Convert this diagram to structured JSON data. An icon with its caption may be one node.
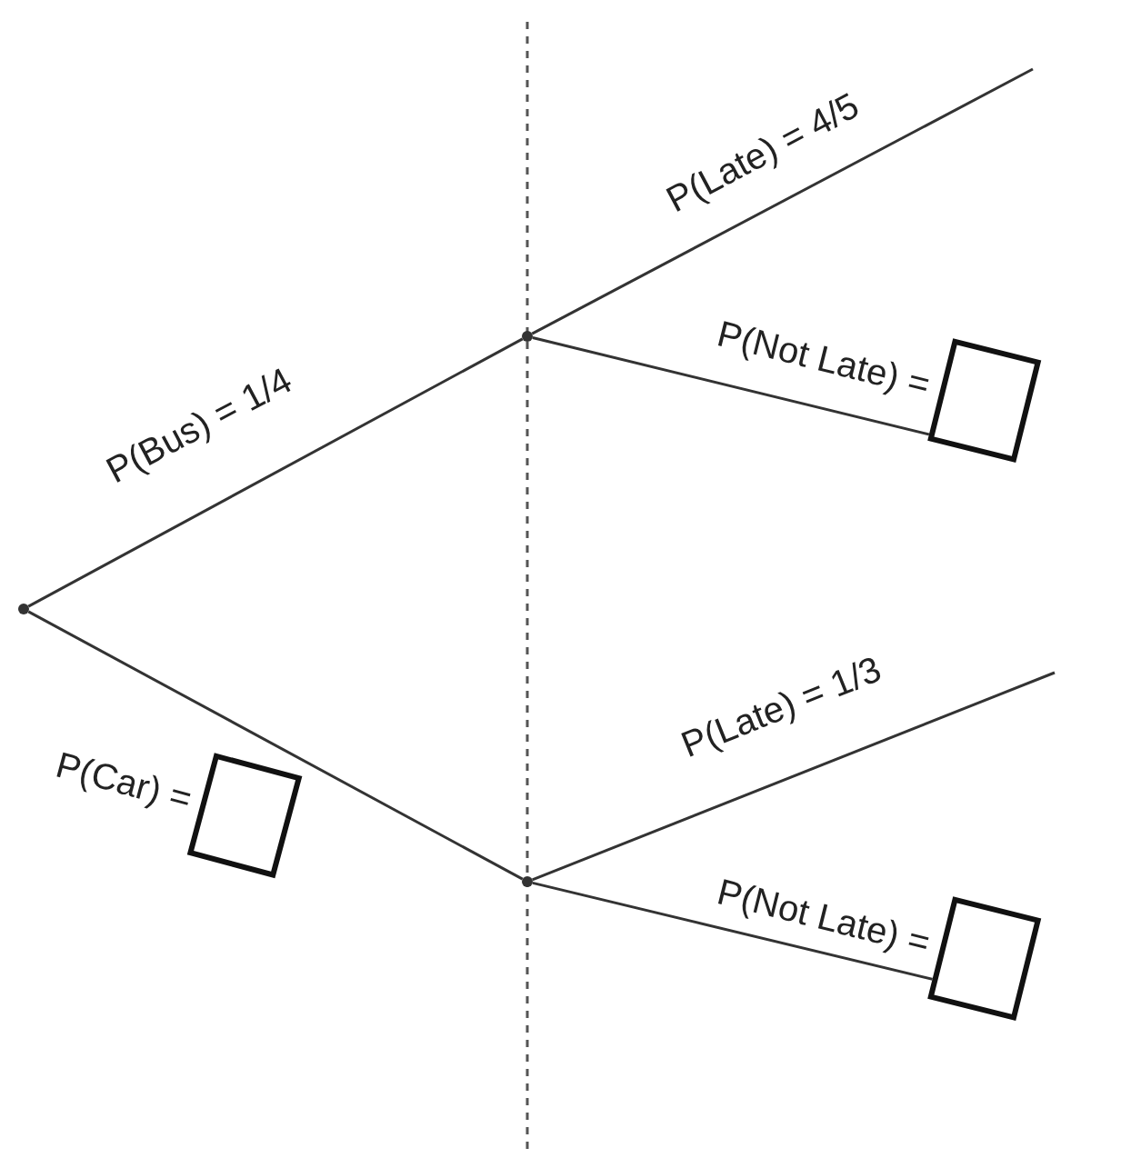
{
  "diagram": {
    "nodes": [
      {
        "text": [],
        "shape": "point"
      },
      {
        "text": [],
        "shape": "point"
      },
      {
        "text": [],
        "shape": "point"
      }
    ],
    "edges": [
      {
        "from": 0,
        "to": 1,
        "arrow": "none",
        "label": "P(Bus) = 1/4"
      },
      {
        "from": 0,
        "to": 2,
        "arrow": "none",
        "label": "P(Car) ="
      },
      {
        "from": 1,
        "to": null,
        "arrow": "none",
        "label": "P(Late) = 4/5"
      },
      {
        "from": 1,
        "to": null,
        "arrow": "none",
        "label": "P(Not Late) ="
      },
      {
        "from": 2,
        "to": null,
        "arrow": "none",
        "label": "P(Late) = 1/3"
      },
      {
        "from": 2,
        "to": null,
        "arrow": "none",
        "label": "P(Not Late) ="
      }
    ]
  }
}
